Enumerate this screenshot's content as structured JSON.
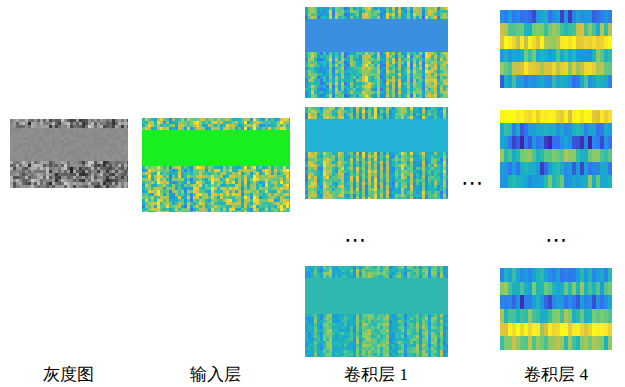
{
  "diagram": {
    "labels": [
      "灰度图",
      "输入层",
      "卷积层 1",
      "卷积层 4",
      "⋯",
      "⋯",
      "⋯"
    ]
  }
}
